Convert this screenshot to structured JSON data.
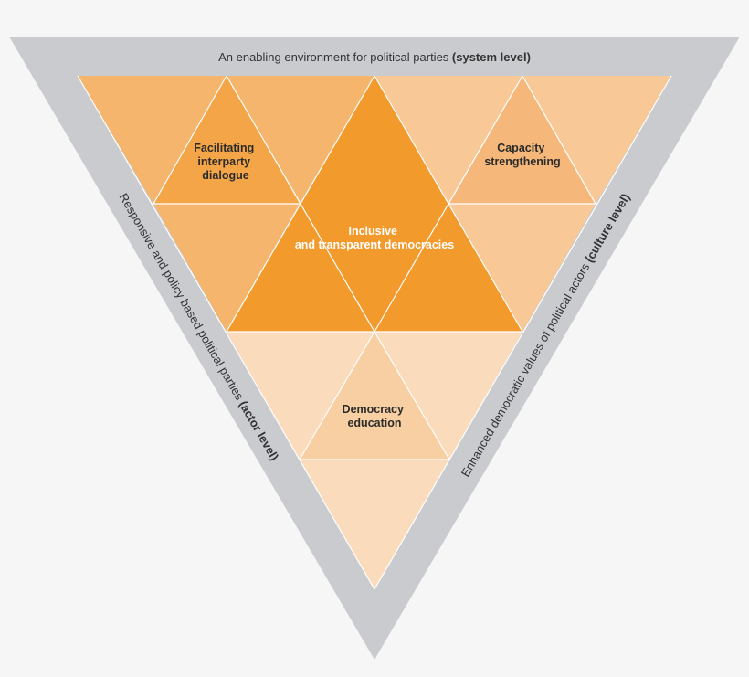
{
  "edges": {
    "top": {
      "text": "An enabling environment for political parties",
      "emphasis": "(system level)"
    },
    "left": {
      "text": "Responsive and policy based political parties",
      "emphasis": "(actor level)"
    },
    "right": {
      "text": "Enhanced democratic values of political actors",
      "emphasis": "(culture level)"
    }
  },
  "nodes": {
    "top_left": {
      "lines": [
        "Facilitating",
        "interparty",
        "dialogue"
      ]
    },
    "top_right": {
      "lines": [
        "Capacity",
        "strengthening"
      ]
    },
    "bottom": {
      "lines": [
        "Democracy",
        "education"
      ]
    },
    "center": {
      "lines": [
        "Inclusive",
        "and transparent democracies"
      ]
    }
  },
  "colors": {
    "frame": "#c9cbcf",
    "center": "#f29a2b",
    "dialogue_light": "#f5b56c",
    "dialogue_node": "#f3a548",
    "capacity_light": "#f8c896",
    "capacity_node": "#f5b87a",
    "education_light": "#fadbbb",
    "education_node": "#f8cfa3"
  }
}
